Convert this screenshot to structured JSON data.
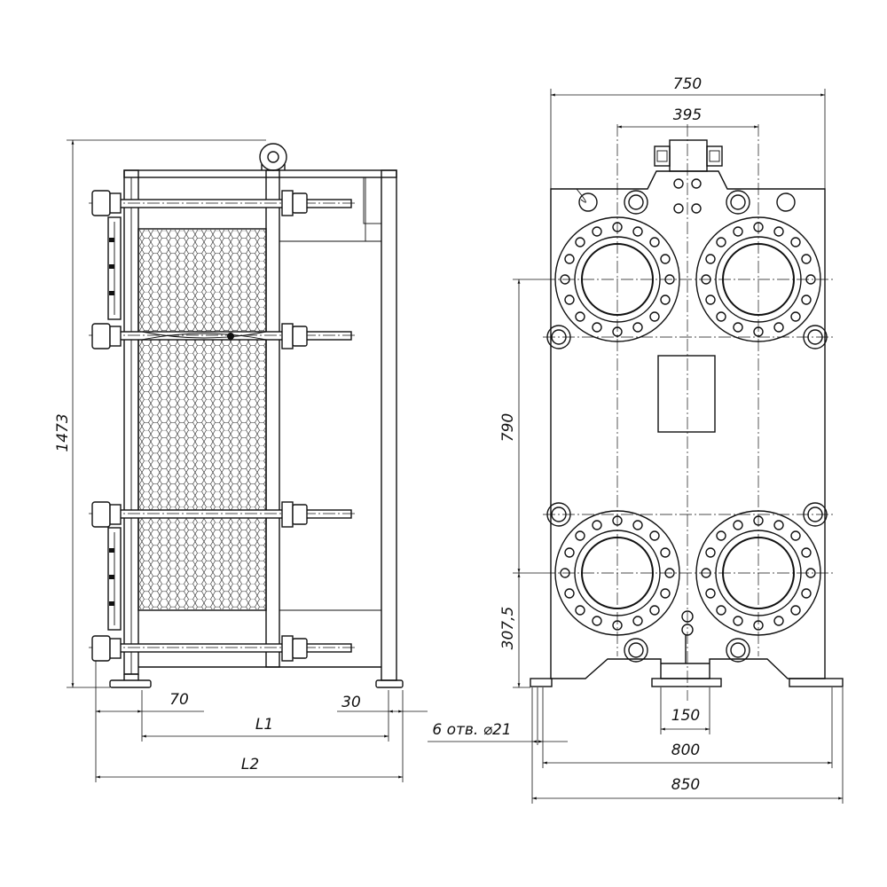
{
  "drawing": {
    "side_view": {
      "dim_height": "1473",
      "dim_70": "70",
      "dim_30": "30",
      "dim_L1": "L1",
      "dim_L2": "L2"
    },
    "front_view": {
      "dim_750": "750",
      "dim_395": "395",
      "dim_790": "790",
      "dim_307": "307,5",
      "dim_holes": "6 отв. ⌀21",
      "dim_150": "150",
      "dim_800": "800",
      "dim_850": "850"
    }
  }
}
